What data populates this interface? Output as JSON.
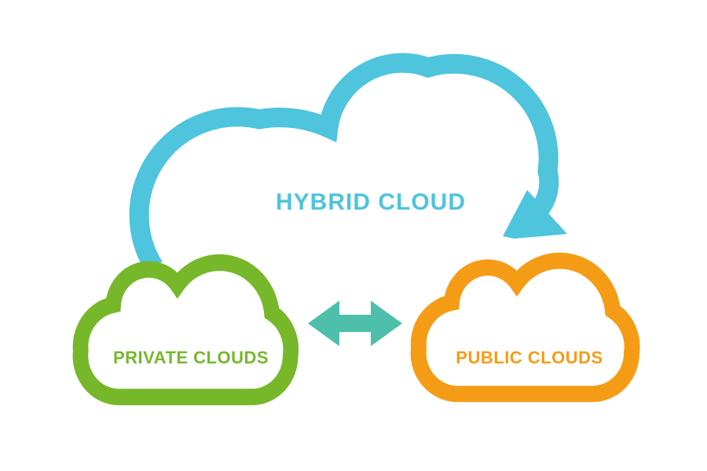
{
  "diagram": {
    "background": "#FFFFFF",
    "hybrid": {
      "label": "HYBRID CLOUD"
    },
    "private": {
      "label": "PRIVATE CLOUDS"
    },
    "public": {
      "label": "PUBLIC CLOUDS"
    }
  },
  "colors": {
    "hybrid": "#4EC4DD",
    "private": "#76B82A",
    "public": "#F59C16",
    "arrow": "#4DBFAB",
    "cloud_fill": "#FFFFFF"
  },
  "icons": {
    "hybrid": "cloud-outline-with-tail-icon",
    "private": "cloud-outline-icon",
    "public": "cloud-outline-icon",
    "connector": "left-right-double-arrow-icon"
  }
}
